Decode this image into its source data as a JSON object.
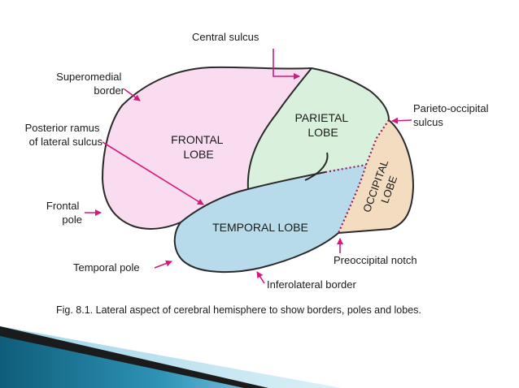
{
  "labels": {
    "central_sulcus": "Central sulcus",
    "superomedial_border": [
      "Superomedial",
      "border"
    ],
    "posterior_ramus": [
      "Posterior ramus",
      "of lateral sulcus"
    ],
    "frontal_pole": [
      "Frontal",
      "pole"
    ],
    "temporal_pole": "Temporal pole",
    "inferolateral_border": "Inferolateral border",
    "preoccipital_notch": "Preoccipital notch",
    "parieto_occipital_sulcus": [
      "Parieto-occipital",
      "sulcus"
    ]
  },
  "lobes": {
    "frontal": [
      "FRONTAL",
      "LOBE"
    ],
    "parietal": [
      "PARIETAL",
      "LOBE"
    ],
    "temporal": "TEMPORAL LOBE",
    "occipital": [
      "OCCIPITAL",
      "LOBE"
    ]
  },
  "caption": "Fig. 8.1. Lateral aspect of cerebral hemisphere to show borders, poles and lobes.",
  "colors": {
    "frontal": "#f9dcef",
    "parietal": "#d9f0dc",
    "temporal": "#b7dbea",
    "occipital": "#f3dcc0",
    "arrow": "#d4187c",
    "sulcus_dots": "#9b1a5a",
    "outline": "#2a2a2a"
  }
}
